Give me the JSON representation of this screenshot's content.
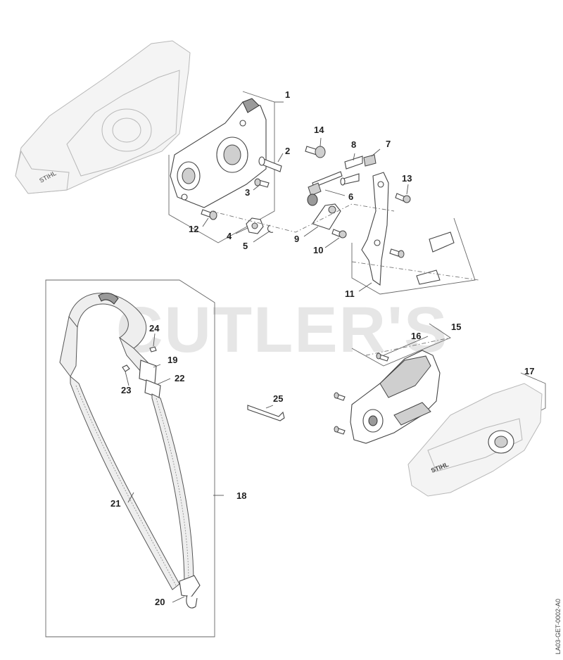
{
  "watermark": "CUTLER'S",
  "drawing_code": "LA03-GET-0002-A0",
  "brand": "STIHL",
  "callouts": [
    {
      "id": "1",
      "label": "1"
    },
    {
      "id": "2",
      "label": "2"
    },
    {
      "id": "3",
      "label": "3"
    },
    {
      "id": "4",
      "label": "4"
    },
    {
      "id": "5",
      "label": "5"
    },
    {
      "id": "6",
      "label": "6"
    },
    {
      "id": "7",
      "label": "7"
    },
    {
      "id": "8",
      "label": "8"
    },
    {
      "id": "9",
      "label": "9"
    },
    {
      "id": "10",
      "label": "10"
    },
    {
      "id": "11",
      "label": "11"
    },
    {
      "id": "12",
      "label": "12"
    },
    {
      "id": "13",
      "label": "13"
    },
    {
      "id": "14",
      "label": "14"
    },
    {
      "id": "15",
      "label": "15"
    },
    {
      "id": "16",
      "label": "16"
    },
    {
      "id": "17",
      "label": "17"
    },
    {
      "id": "18",
      "label": "18"
    },
    {
      "id": "19",
      "label": "19"
    },
    {
      "id": "20",
      "label": "20"
    },
    {
      "id": "21",
      "label": "21"
    },
    {
      "id": "22",
      "label": "22"
    },
    {
      "id": "23",
      "label": "23"
    },
    {
      "id": "24",
      "label": "24"
    },
    {
      "id": "25",
      "label": "25"
    }
  ]
}
